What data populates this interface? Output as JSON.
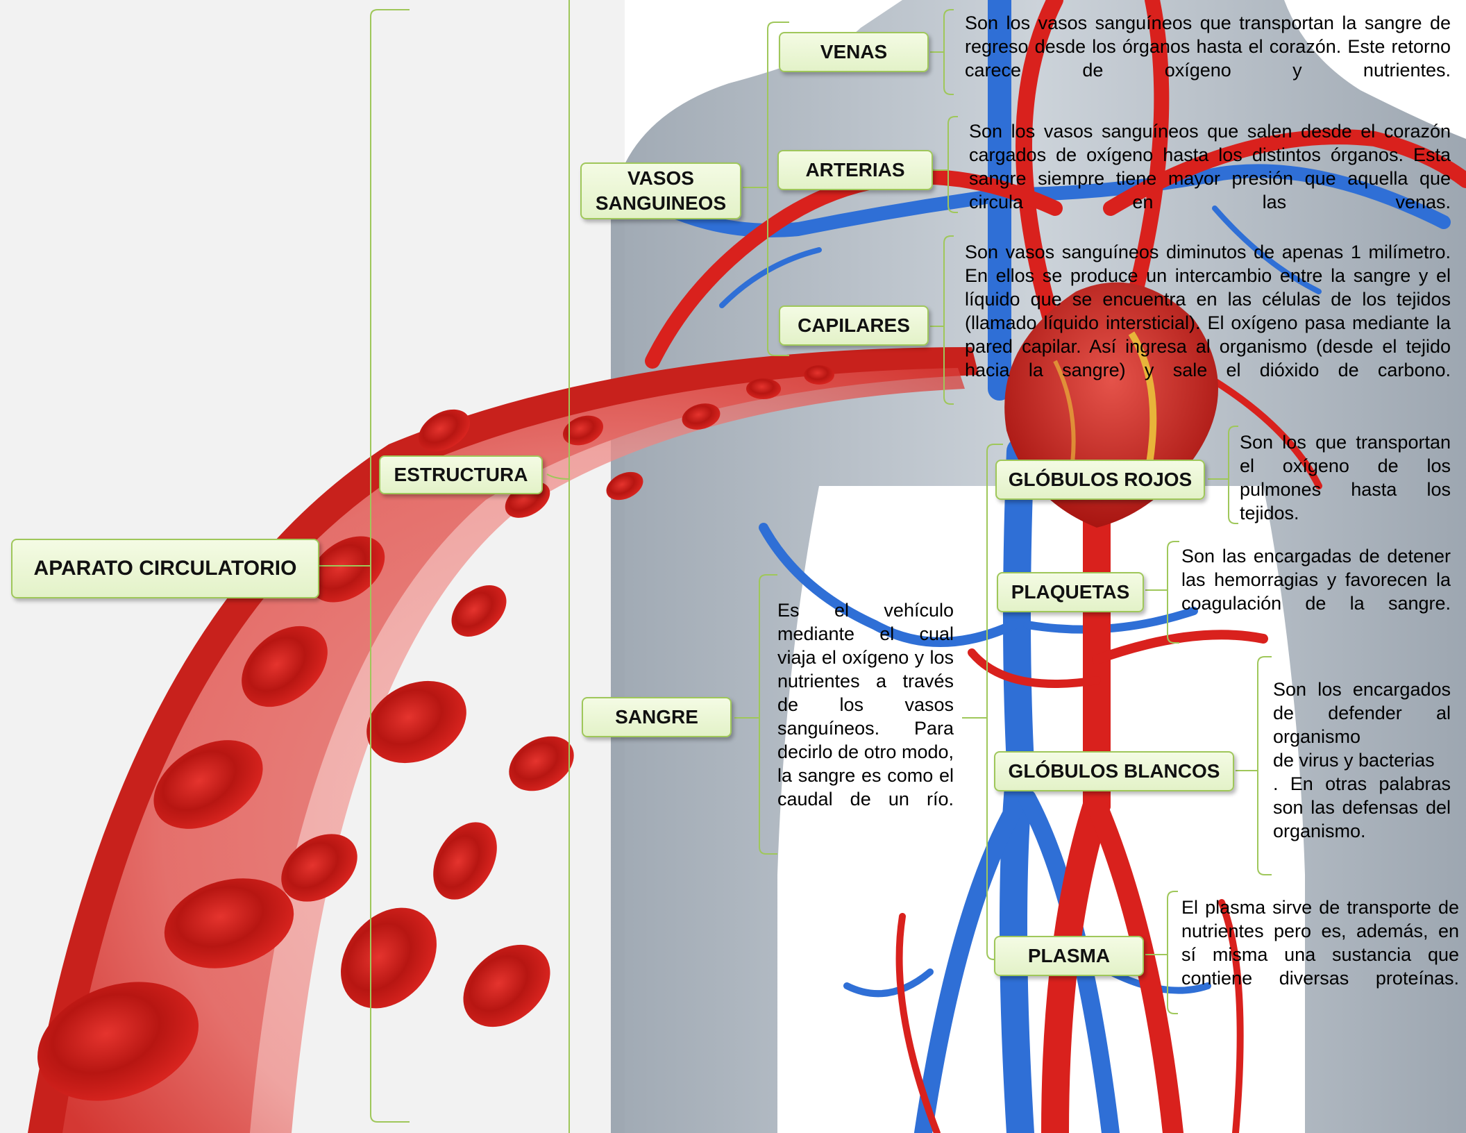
{
  "root": {
    "label": "APARATO CIRCULATORIO"
  },
  "estructura": {
    "label": "ESTRUCTURA"
  },
  "vasos": {
    "label": "VASOS\nSANGUINEOS",
    "venas": {
      "label": "VENAS",
      "desc": "Son los vasos sanguíneos que transportan la sangre de regreso desde los órganos hasta el corazón. Este retorno carece de oxígeno y nutrientes."
    },
    "arterias": {
      "label": "ARTERIAS",
      "desc": "Son los vasos sanguíneos que salen desde el corazón cargados de oxígeno hasta los distintos órganos. Esta sangre siempre tiene mayor presión que aquella que circula en las venas."
    },
    "capilares": {
      "label": "CAPILARES",
      "desc": "Son vasos sanguíneos diminutos de apenas 1 milímetro. En ellos se produce un intercambio entre la sangre y el líquido que se encuentra en las células de los tejidos (llamado líquido intersticial). El oxígeno pasa mediante la pared capilar. Así ingresa al organismo (desde el tejido hacia la sangre) y sale el dióxido de carbono."
    }
  },
  "sangre": {
    "label": "SANGRE",
    "desc": "Es el vehículo mediante el cual viaja el oxígeno y los nutrientes a través de los vasos sanguíneos. Para decirlo de otro modo, la sangre es como el caudal de un río.",
    "globulos_rojos": {
      "label": "GLÓBULOS ROJOS",
      "desc": "Son los que transportan el oxígeno de los pulmones hasta los tejidos."
    },
    "plaquetas": {
      "label": "PLAQUETAS",
      "desc": "Son las encargadas de detener las hemorragias y favorecen la coagulación de la sangre."
    },
    "globulos_blancos": {
      "label": "GLÓBULOS BLANCOS",
      "desc": "Son los encargados de defender al organismo\nde virus y bacterias\n. En otras palabras son las defensas del organismo."
    },
    "plasma": {
      "label": "PLASMA",
      "desc": "El plasma sirve de transporte de nutrientes pero es, además, en sí misma una sustancia que contiene diversas proteínas."
    }
  },
  "colors": {
    "node_fill": "#e8f5d0",
    "node_border": "#9fc75a",
    "connector": "#9fc75a",
    "artery": "#d9211d",
    "vein": "#2f6fd6",
    "body": "#a9b3bd"
  }
}
